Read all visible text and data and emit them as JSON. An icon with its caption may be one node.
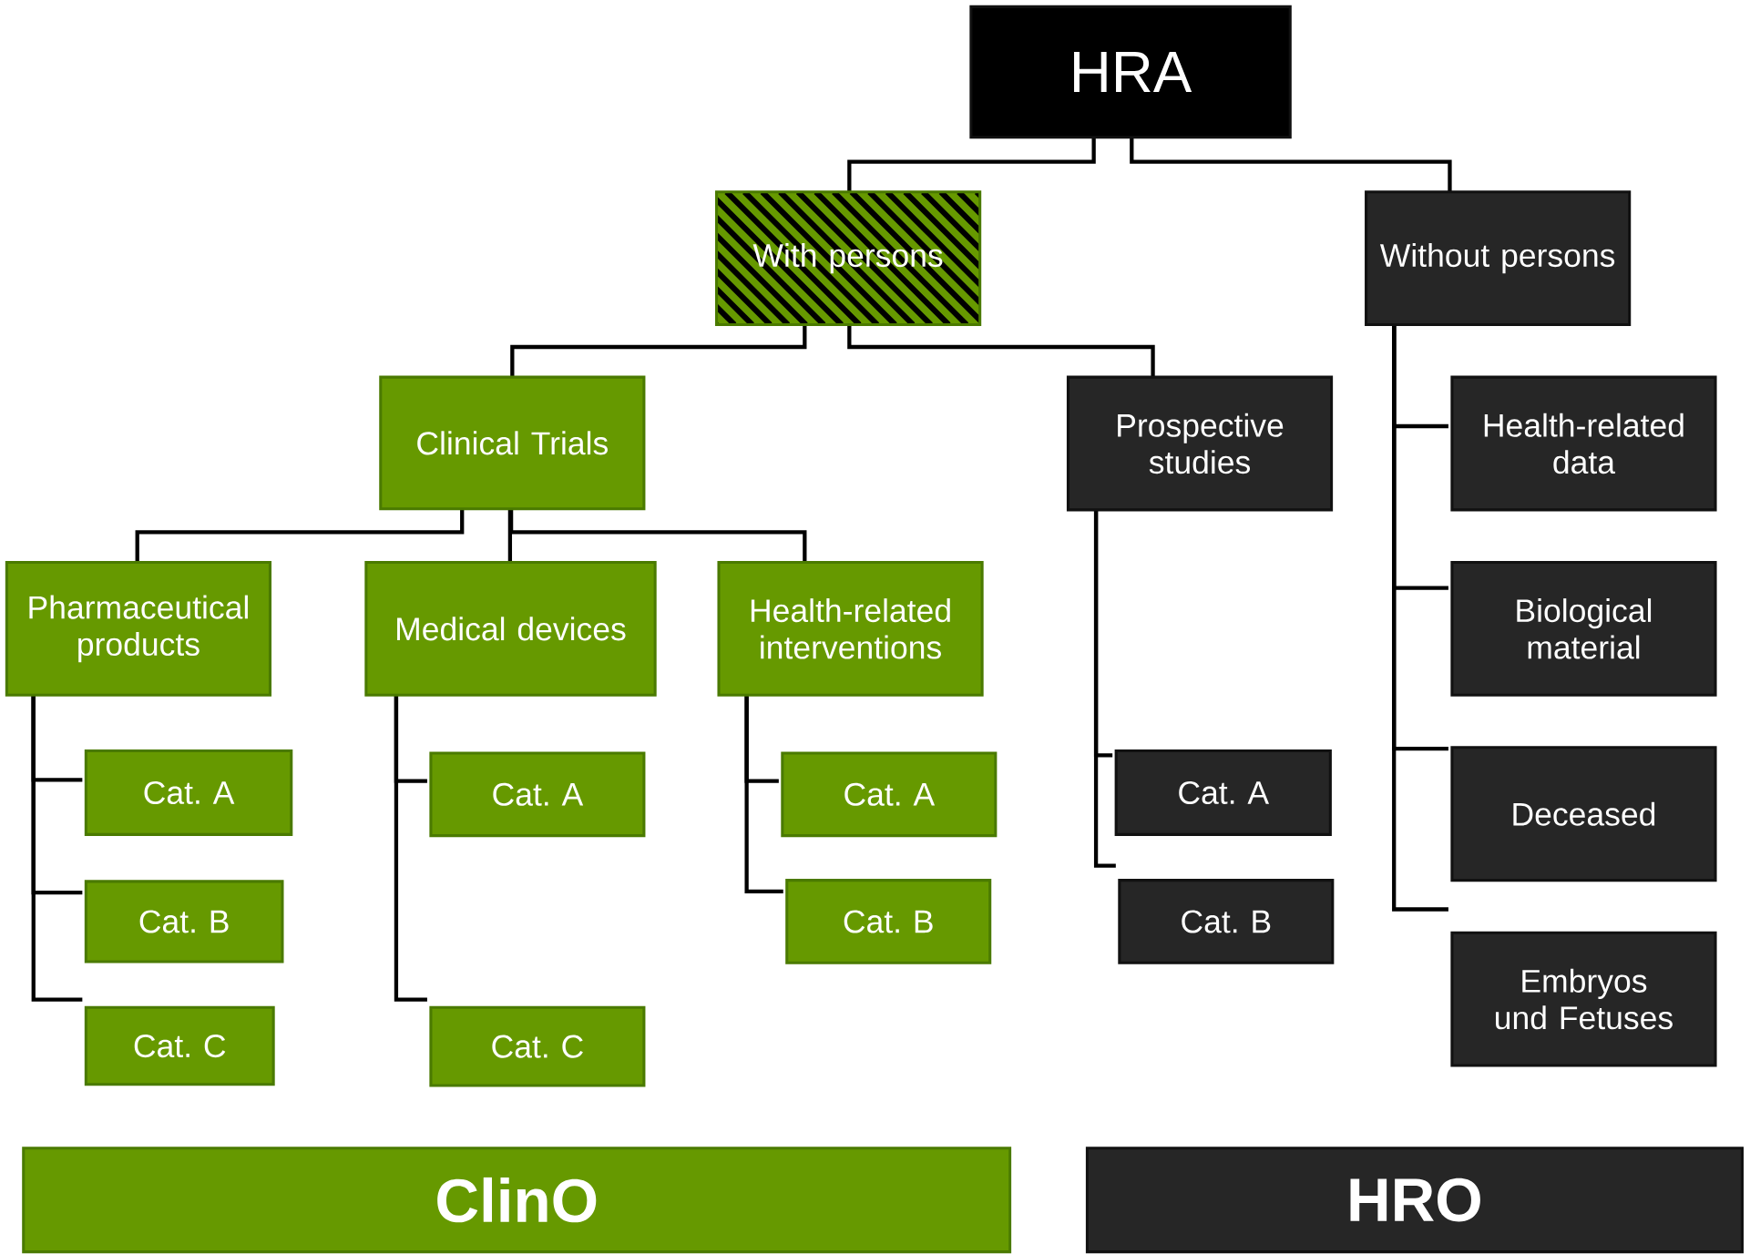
{
  "diagram": {
    "nodes": [
      {
        "text": [
          "HRA"
        ]
      },
      {
        "text": [
          "With persons"
        ]
      },
      {
        "text": [
          "Without persons"
        ]
      },
      {
        "text": [
          "Clinical Trials"
        ]
      },
      {
        "text": [
          "Prospective studies"
        ]
      },
      {
        "text": [
          "Health-related data"
        ]
      },
      {
        "text": [
          "Pharmaceutical products"
        ]
      },
      {
        "text": [
          "Medical devices"
        ]
      },
      {
        "text": [
          "Health-related interventions"
        ]
      },
      {
        "text": [
          "Biological material"
        ]
      },
      {
        "text": [
          "Cat. A"
        ]
      },
      {
        "text": [
          "Cat. A"
        ]
      },
      {
        "text": [
          "Cat. A"
        ]
      },
      {
        "text": [
          "Cat. A"
        ]
      },
      {
        "text": [
          "Deceased"
        ]
      },
      {
        "text": [
          "Cat. B"
        ]
      },
      {
        "text": [
          "Cat. B"
        ]
      },
      {
        "text": [
          "Cat. B"
        ]
      },
      {
        "text": [
          "Embryos und Fetuses"
        ]
      },
      {
        "text": [
          "Cat. C"
        ]
      },
      {
        "text": [
          "Cat. C"
        ]
      },
      {
        "text": [
          "ClinO"
        ]
      },
      {
        "text": [
          "HRO"
        ]
      }
    ],
    "edges": [
      {
        "from": 0,
        "to": 1,
        "arrow": "none"
      },
      {
        "from": 0,
        "to": 2,
        "arrow": "none"
      },
      {
        "from": 1,
        "to": 3,
        "arrow": "none"
      },
      {
        "from": 1,
        "to": 4,
        "arrow": "none"
      },
      {
        "from": 2,
        "to": 5,
        "arrow": "none"
      },
      {
        "from": 2,
        "to": 9,
        "arrow": "none"
      },
      {
        "from": 2,
        "to": 14,
        "arrow": "none"
      },
      {
        "from": 2,
        "to": 18,
        "arrow": "none"
      },
      {
        "from": 3,
        "to": 6,
        "arrow": "none"
      },
      {
        "from": 3,
        "to": 7,
        "arrow": "none"
      },
      {
        "from": 3,
        "to": 8,
        "arrow": "none"
      },
      {
        "from": 6,
        "to": 10,
        "arrow": "none"
      },
      {
        "from": 6,
        "to": 15,
        "arrow": "none"
      },
      {
        "from": 6,
        "to": 19,
        "arrow": "none"
      },
      {
        "from": 7,
        "to": 11,
        "arrow": "none"
      },
      {
        "from": 7,
        "to": 20,
        "arrow": "none"
      },
      {
        "from": 8,
        "to": 12,
        "arrow": "none"
      },
      {
        "from": 8,
        "to": 16,
        "arrow": "none"
      },
      {
        "from": 4,
        "to": 13,
        "arrow": "none"
      },
      {
        "from": 4,
        "to": 17,
        "arrow": "none"
      }
    ]
  }
}
